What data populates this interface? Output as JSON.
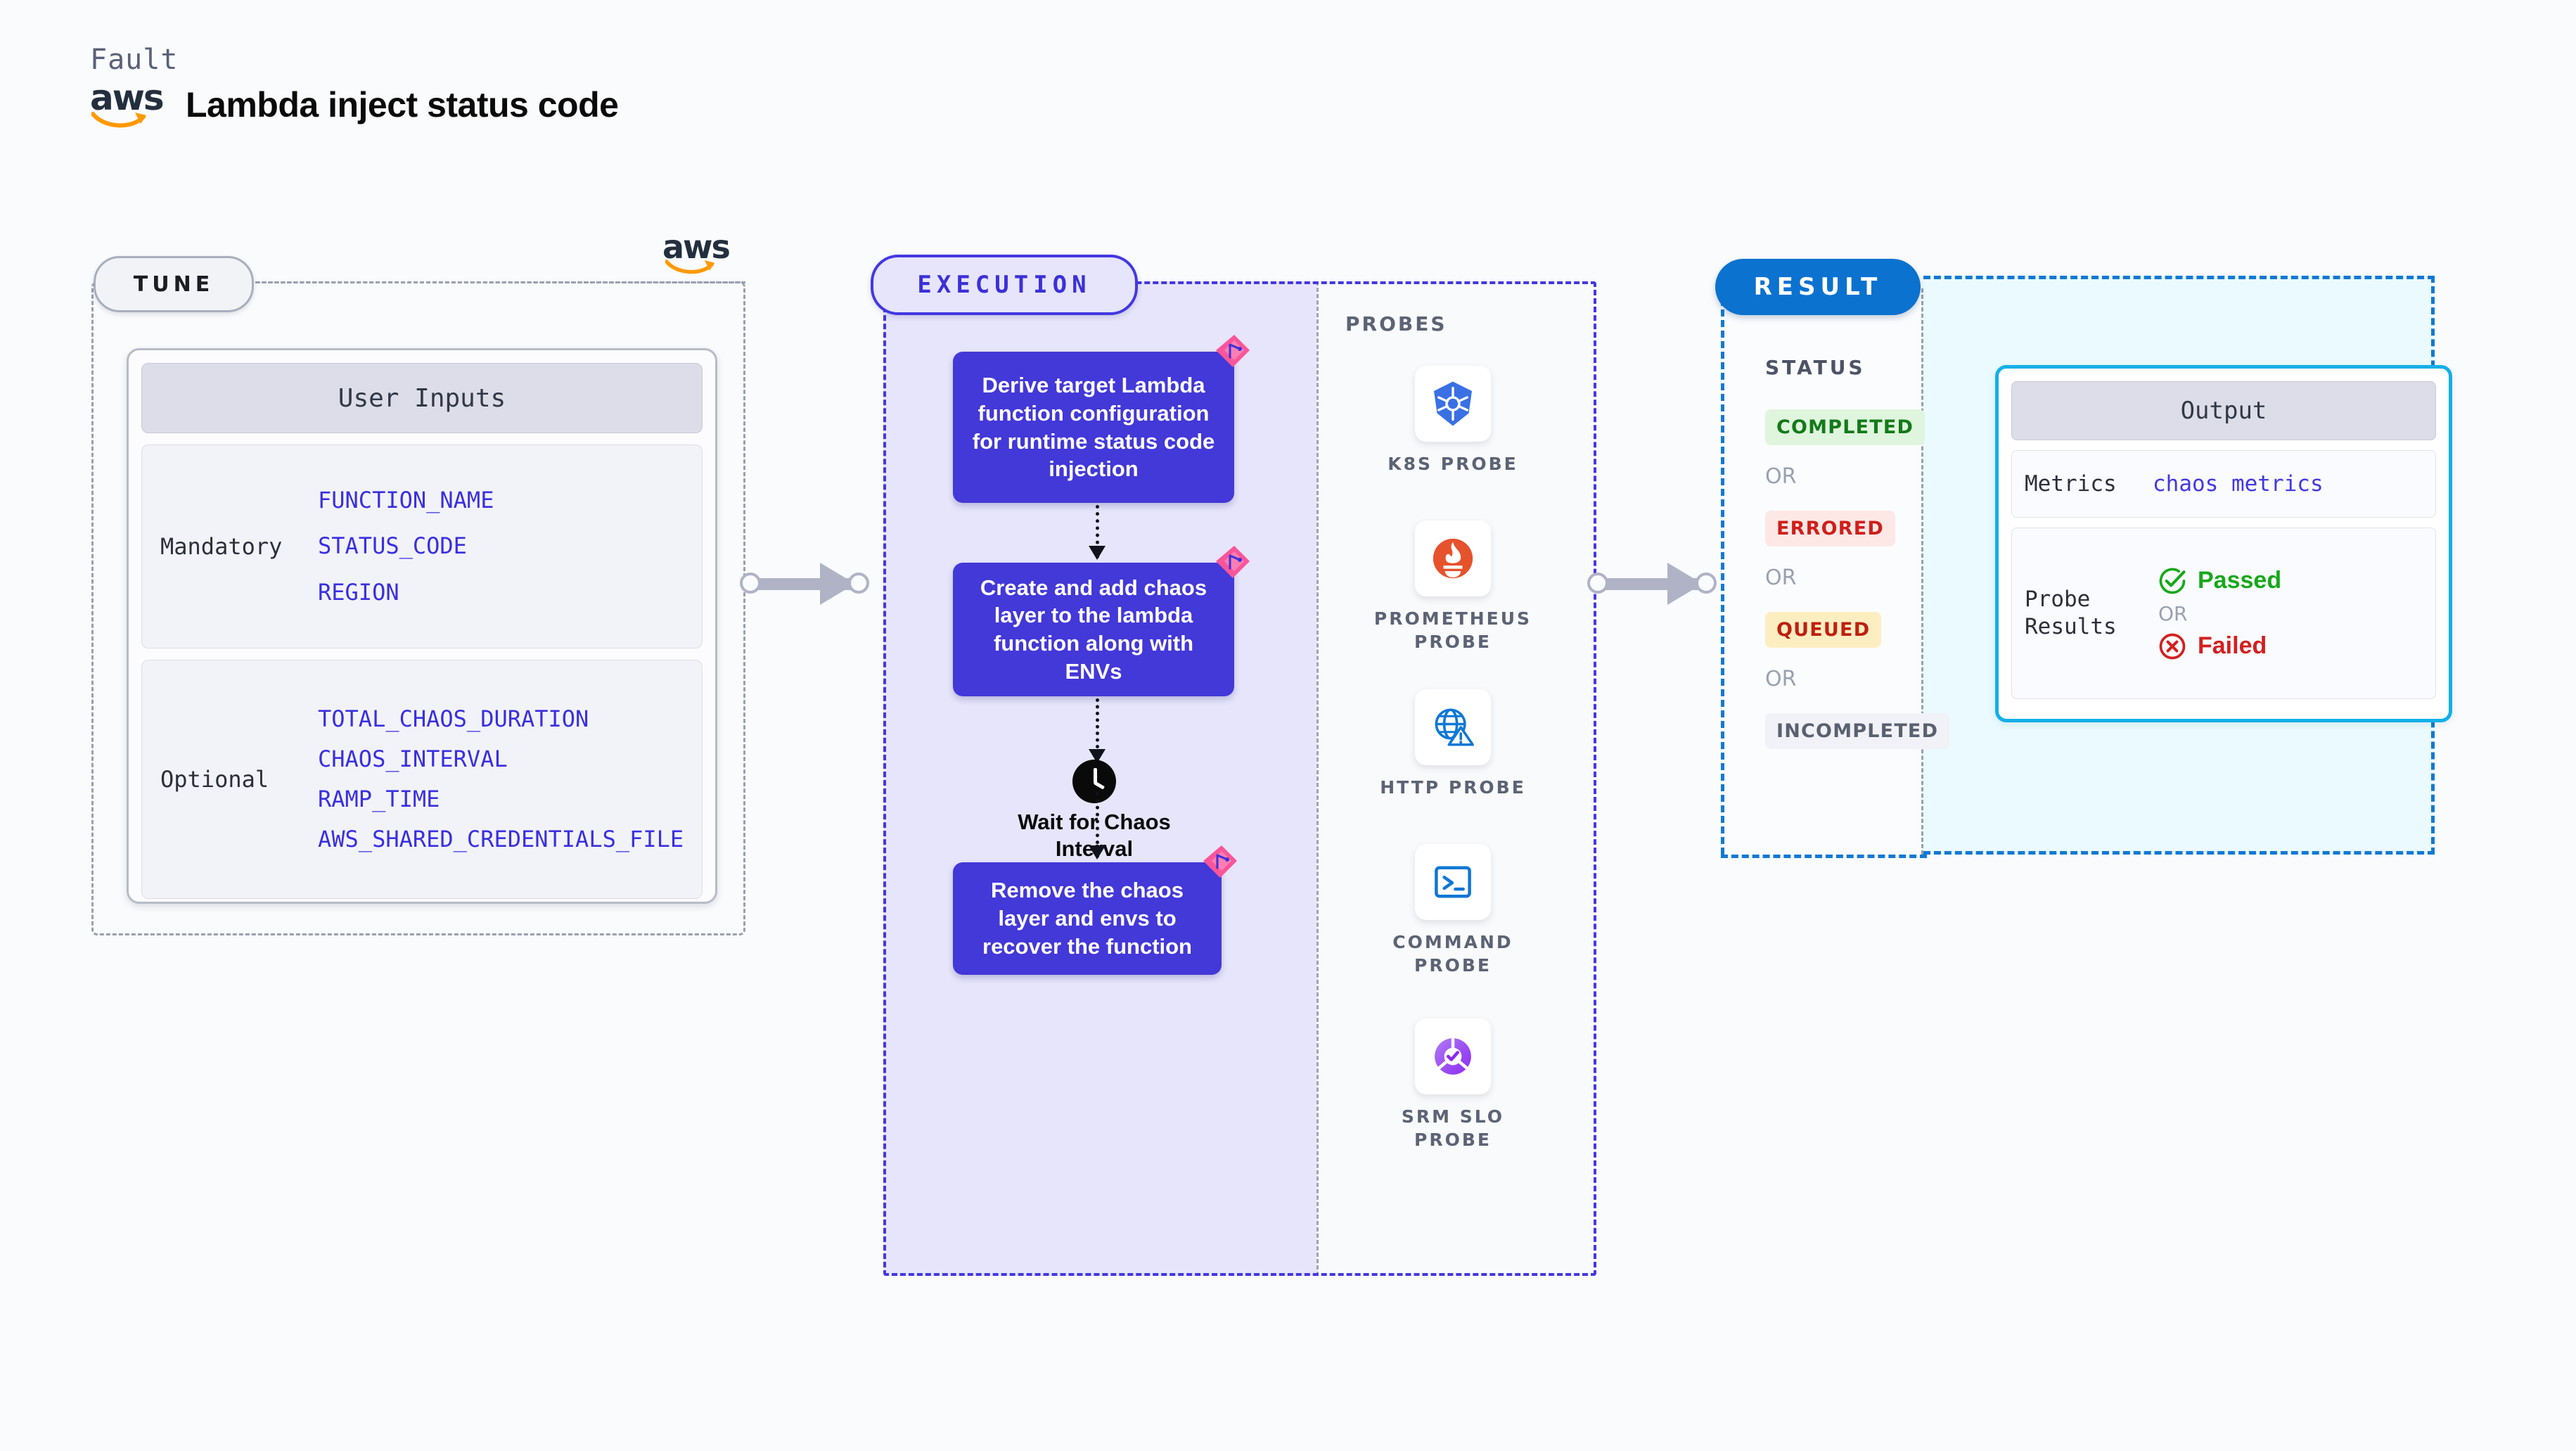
{
  "header": {
    "kicker": "Fault",
    "title": "Lambda inject status code",
    "brand_icon": "aws-logo"
  },
  "tune": {
    "pill_label": "TUNE",
    "brand_icon": "aws-logo",
    "card_title": "User Inputs",
    "groups": [
      {
        "label": "Mandatory",
        "params": [
          "FUNCTION_NAME",
          "STATUS_CODE",
          "REGION"
        ]
      },
      {
        "label": "Optional",
        "params": [
          "TOTAL_CHAOS_DURATION",
          "CHAOS_INTERVAL",
          "RAMP_TIME",
          "AWS_SHARED_CREDENTIALS_FILE"
        ]
      }
    ]
  },
  "execution": {
    "pill_label": "EXECUTION",
    "steps": [
      "Derive target Lambda function configuration for runtime status code injection",
      "Create and add chaos layer to the lambda function along with ENVs",
      "Remove the chaos layer and envs to recover the function"
    ],
    "wait_node": {
      "icon": "clock-icon",
      "label": "Wait for Chaos Interval"
    }
  },
  "probes": {
    "title": "PROBES",
    "items": [
      {
        "name": "K8S PROBE",
        "icon": "kubernetes-icon"
      },
      {
        "name": "PROMETHEUS PROBE",
        "icon": "prometheus-icon"
      },
      {
        "name": "HTTP PROBE",
        "icon": "http-globe-warning-icon"
      },
      {
        "name": "COMMAND PROBE",
        "icon": "terminal-icon"
      },
      {
        "name": "SRM SLO PROBE",
        "icon": "srm-slo-icon"
      }
    ]
  },
  "result": {
    "pill_label": "RESULT",
    "status_title": "STATUS",
    "or_label": "OR",
    "statuses": [
      {
        "label": "COMPLETED",
        "bg": "#dff5dd",
        "fg": "#137a19"
      },
      {
        "label": "ERRORED",
        "bg": "#fde8e6",
        "fg": "#cf1f1a"
      },
      {
        "label": "QUEUED",
        "bg": "#fdeec2",
        "fg": "#bf2010"
      },
      {
        "label": "INCOMPLETED",
        "bg": "#f1f2f7",
        "fg": "#5a6070"
      }
    ],
    "output": {
      "title": "Output",
      "metrics_label": "Metrics",
      "metrics_value": "chaos metrics",
      "probe_results_label": "Probe Results",
      "passed_label": "Passed",
      "failed_label": "Failed",
      "or_label": "OR",
      "passed_icon": "check-circle-icon",
      "failed_icon": "x-circle-icon"
    }
  },
  "colors": {
    "accent_blue": "#4338e0",
    "execution_bg": "#e6e5fb",
    "result_blue": "#0b72cf",
    "output_border": "#12b0e8",
    "flag_pink": "#f9559a",
    "connector_gray": "#b0b2c6"
  }
}
